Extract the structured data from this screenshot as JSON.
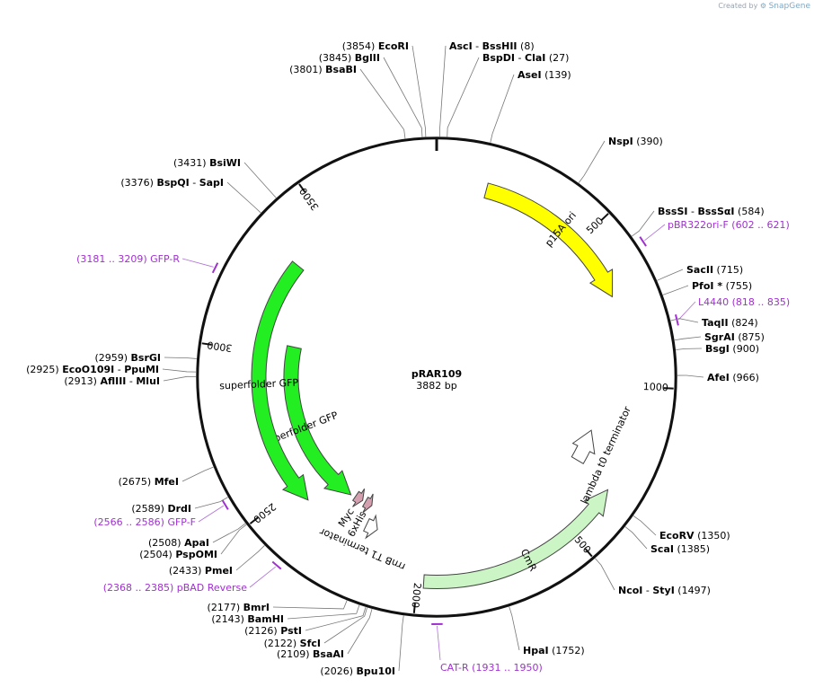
{
  "credit": {
    "prefix": "Created by",
    "brand": "SnapGene"
  },
  "plasmid": {
    "name": "pRAR109",
    "size": 3882,
    "size_label": "3882 bp"
  },
  "ticks": [
    "500",
    "1000",
    "1500",
    "2000",
    "2500",
    "3000",
    "3500"
  ],
  "features": [
    {
      "name": "p15A ori",
      "start": 160,
      "end": 705,
      "dir": 1,
      "color": "#ffff00"
    },
    {
      "name": "CmR",
      "start": 1330,
      "end": 1980,
      "dir": -1,
      "color": "#ccf5c5"
    },
    {
      "name": "lambda t0 terminator",
      "start": 1175,
      "end": 1300,
      "dir": -1,
      "color": "#ffffff"
    },
    {
      "name": "rrnB T1 terminator",
      "start": 2170,
      "end": 2215,
      "dir": -1,
      "color": "#ffffff"
    },
    {
      "name": "6xHis",
      "start": 2230,
      "end": 2262,
      "dir": -1,
      "color": "#d4a0b0"
    },
    {
      "name": "Myc",
      "start": 2275,
      "end": 2310,
      "dir": -1,
      "color": "#d4a0b0"
    },
    {
      "name": "superfolder GFP",
      "start": 2330,
      "end": 3040,
      "dir": -1,
      "color": "#22ee22"
    },
    {
      "name": "superfolder GFP",
      "start": 2440,
      "end": 3330,
      "dir": -1,
      "color": "#22ee22"
    }
  ],
  "primers": [
    {
      "name": "pBR322ori-F",
      "range": "(602 .. 621)"
    },
    {
      "name": "L4440",
      "range": "(818 .. 835)"
    },
    {
      "name": "CAT-R",
      "range": "(1931 .. 1950)"
    },
    {
      "name": "pBAD Reverse",
      "range": "(2368 .. 2385)"
    },
    {
      "name": "GFP-F",
      "range": "(2566 .. 2586)"
    },
    {
      "name": "GFP-R",
      "range": "(3181 .. 3209)"
    }
  ],
  "sites": [
    {
      "name": "AscI",
      "pos": "",
      "name2": "BssHII",
      "pos2": "(8)"
    },
    {
      "name": "BspDI",
      "pos": "",
      "name2": "ClaI",
      "pos2": "(27)"
    },
    {
      "name": "AseI",
      "pos": "(139)"
    },
    {
      "name": "NspI",
      "pos": "(390)"
    },
    {
      "name": "BssSI",
      "pos": "",
      "name2": "BssSαI",
      "pos2": "(584)"
    },
    {
      "name": "SacII",
      "pos": "(715)"
    },
    {
      "name": "PfoI *",
      "pos": "(755)"
    },
    {
      "name": "TaqII",
      "pos": "(824)"
    },
    {
      "name": "SgrAI",
      "pos": "(875)"
    },
    {
      "name": "BsgI",
      "pos": "(900)"
    },
    {
      "name": "AfeI",
      "pos": "(966)"
    },
    {
      "name": "EcoRV",
      "pos": "(1350)"
    },
    {
      "name": "ScaI",
      "pos": "(1385)"
    },
    {
      "name": "NcoI",
      "pos": "",
      "name2": "StyI",
      "pos2": "(1497)"
    },
    {
      "name": "HpaI",
      "pos": "(1752)"
    },
    {
      "name": "Bpu10I",
      "pos": "(2026)"
    },
    {
      "name": "BsaAI",
      "pos": "(2109)"
    },
    {
      "name": "SfcI",
      "pos": "(2122)"
    },
    {
      "name": "PstI",
      "pos": "(2126)"
    },
    {
      "name": "BamHI",
      "pos": "(2143)"
    },
    {
      "name": "BmrI",
      "pos": "(2177)"
    },
    {
      "name": "PmeI",
      "pos": "(2433)"
    },
    {
      "name": "PspOMI",
      "pos": "(2504)"
    },
    {
      "name": "ApaI",
      "pos": "(2508)"
    },
    {
      "name": "DrdI",
      "pos": "(2589)"
    },
    {
      "name": "MfeI",
      "pos": "(2675)"
    },
    {
      "name": "AflIII",
      "pos": "(2913)",
      "name2": "MluI"
    },
    {
      "name": "EcoO109I",
      "pos": "(2925)",
      "name2": "PpuMI"
    },
    {
      "name": "BsrGI",
      "pos": "(2959)"
    },
    {
      "name": "BspQI",
      "pos": "(3376)",
      "name2": "SapI"
    },
    {
      "name": "BsiWI",
      "pos": "(3431)"
    },
    {
      "name": "BsaBI",
      "pos": "(3801)"
    },
    {
      "name": "BglII",
      "pos": "(3845)"
    },
    {
      "name": "EcoRI",
      "pos": "(3854)"
    }
  ]
}
